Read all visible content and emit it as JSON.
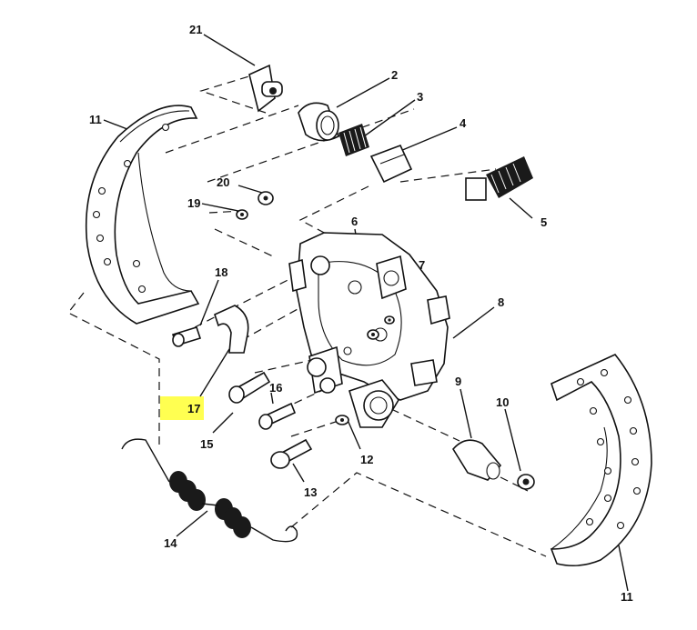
{
  "diagram": {
    "highlight_color": "#ffff33",
    "labels": [
      {
        "id": "lbl-21",
        "text": "21"
      },
      {
        "id": "lbl-2",
        "text": "2"
      },
      {
        "id": "lbl-3",
        "text": "3"
      },
      {
        "id": "lbl-4",
        "text": "4"
      },
      {
        "id": "lbl-11a",
        "text": "11"
      },
      {
        "id": "lbl-20",
        "text": "20"
      },
      {
        "id": "lbl-19",
        "text": "19"
      },
      {
        "id": "lbl-5",
        "text": "5"
      },
      {
        "id": "lbl-6",
        "text": "6"
      },
      {
        "id": "lbl-7",
        "text": "7"
      },
      {
        "id": "lbl-18",
        "text": "18"
      },
      {
        "id": "lbl-8",
        "text": "8"
      },
      {
        "id": "lbl-16",
        "text": "16"
      },
      {
        "id": "lbl-9",
        "text": "9"
      },
      {
        "id": "lbl-10",
        "text": "10"
      },
      {
        "id": "lbl-17",
        "text": "17"
      },
      {
        "id": "lbl-15",
        "text": "15"
      },
      {
        "id": "lbl-12",
        "text": "12"
      },
      {
        "id": "lbl-13",
        "text": "13"
      },
      {
        "id": "lbl-14",
        "text": "14"
      },
      {
        "id": "lbl-11b",
        "text": "11"
      }
    ]
  }
}
